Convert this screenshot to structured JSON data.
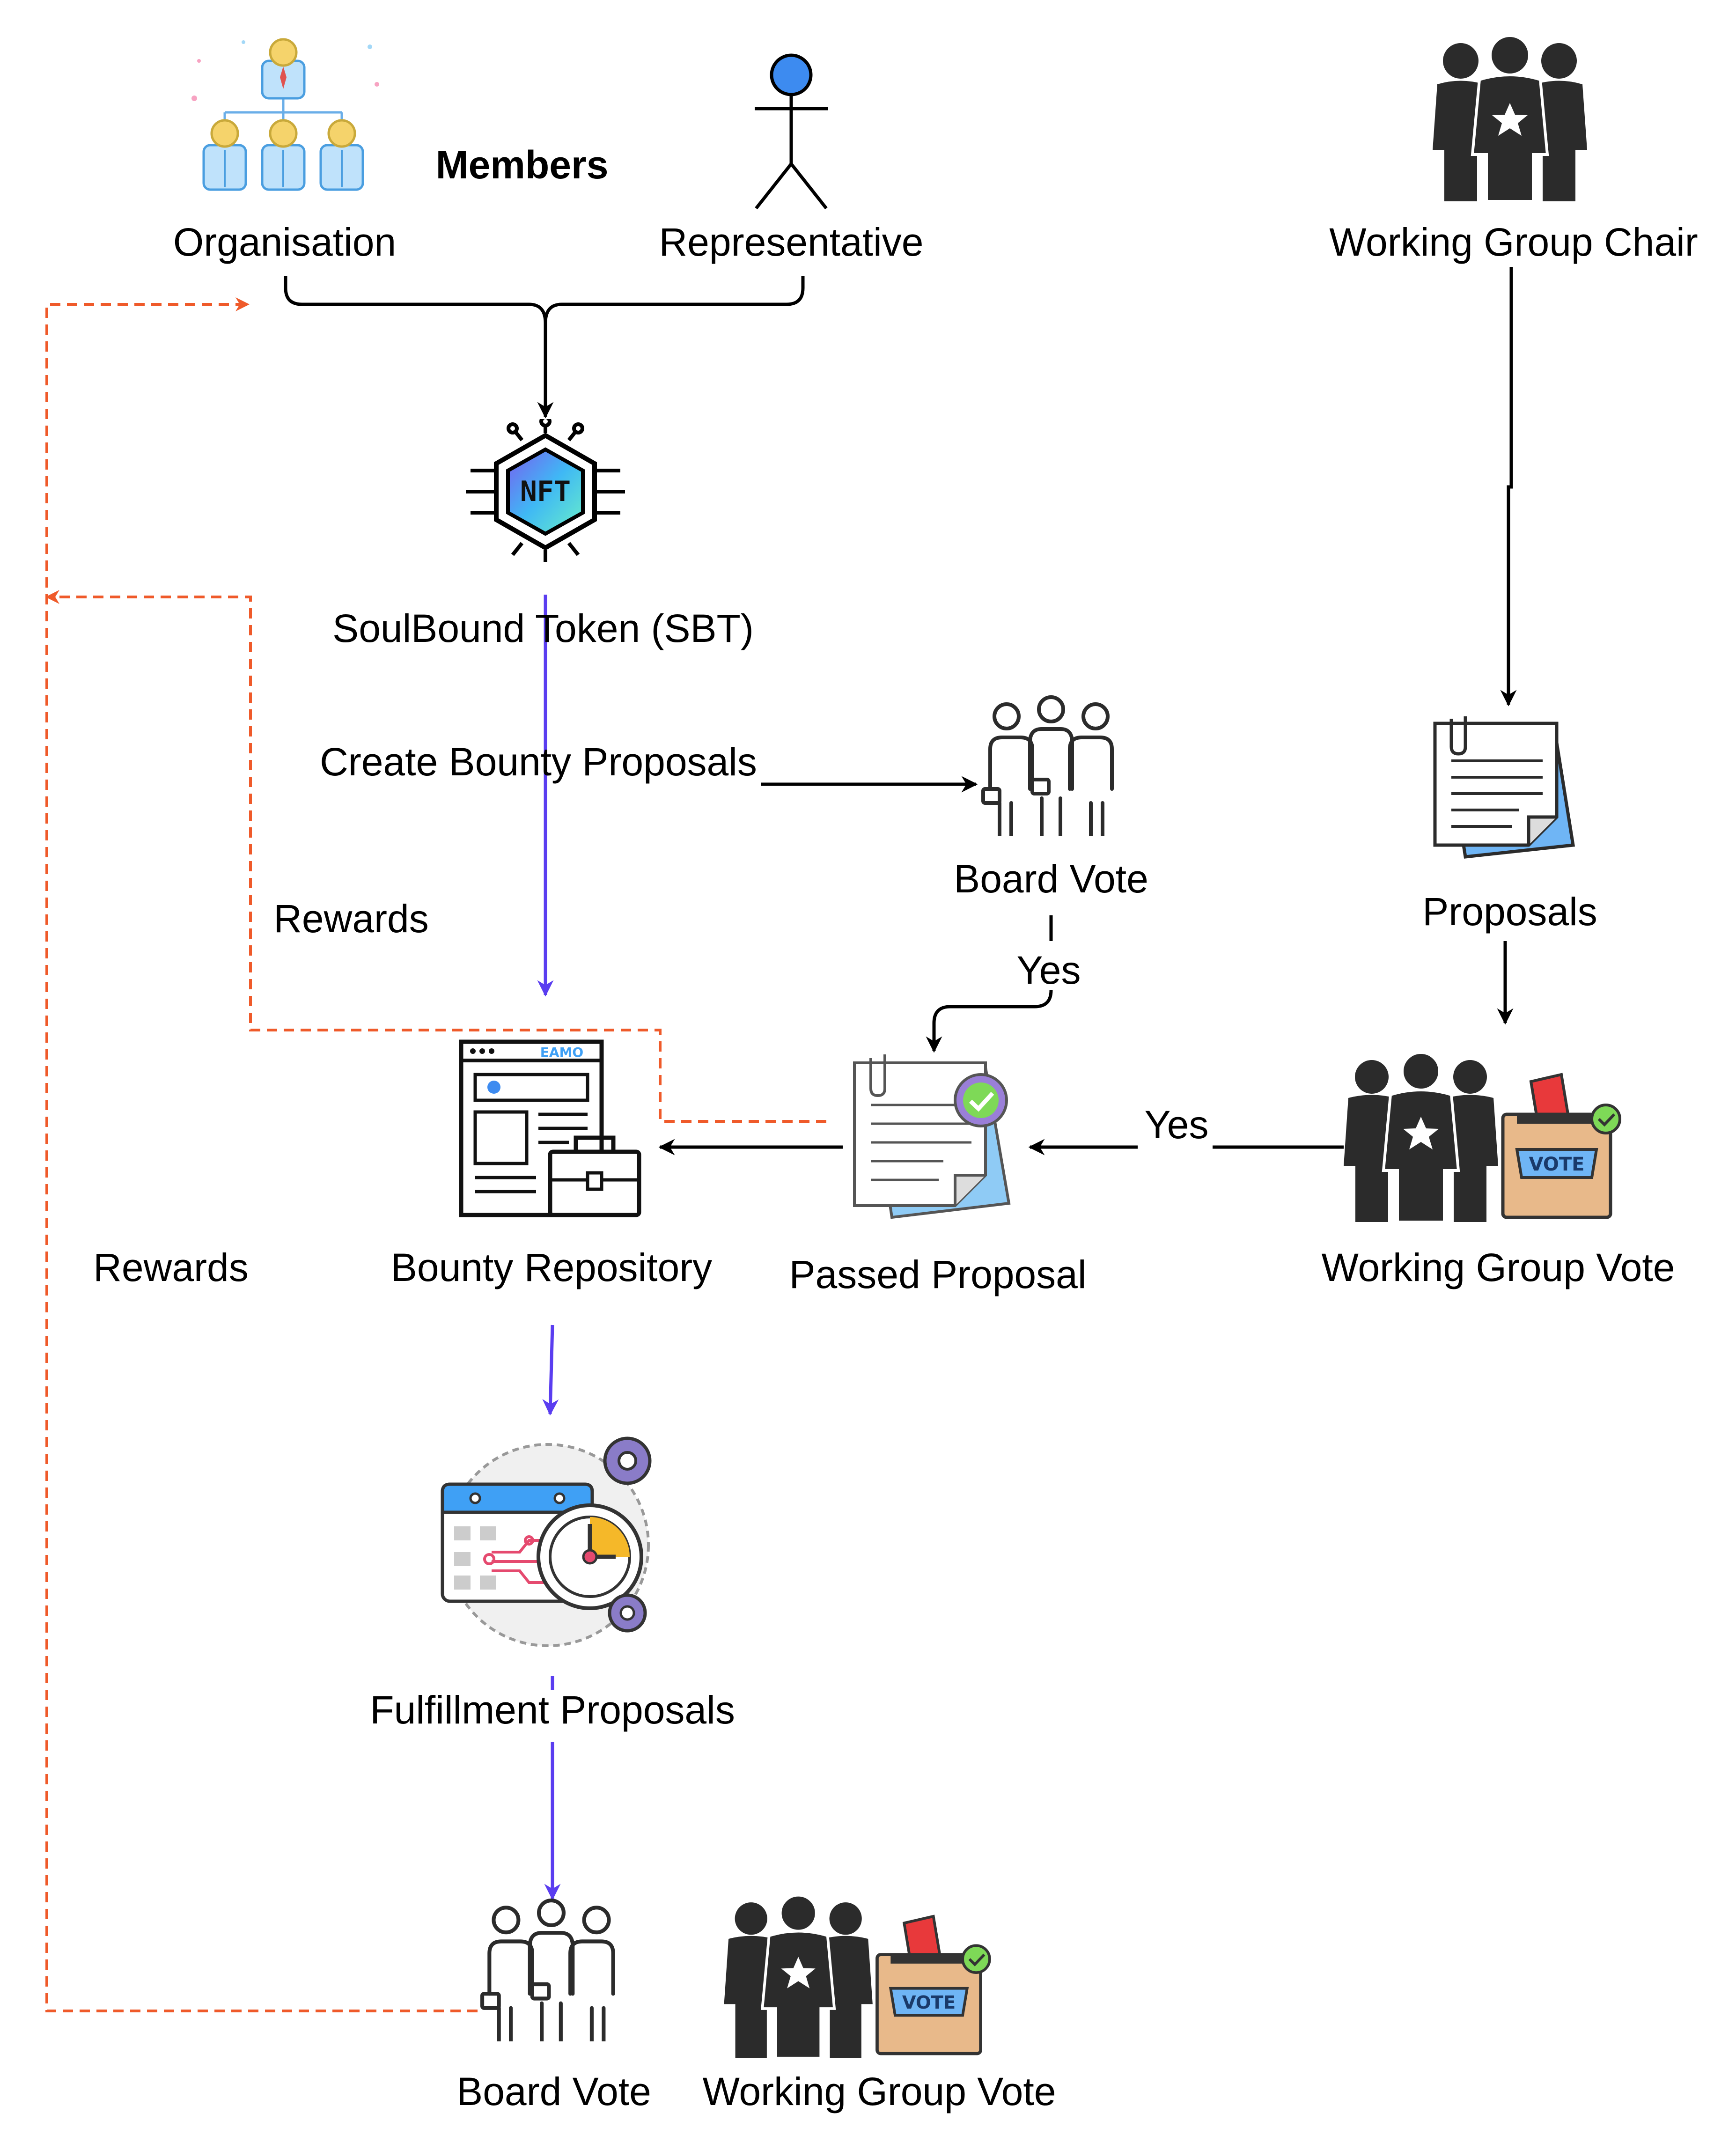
{
  "labels": {
    "members": "Members",
    "organisation": "Organisation",
    "representative": "Representative",
    "wg_chair": "Working Group Chair",
    "sbt": "SoulBound Token (SBT)",
    "create_bounty": "Create Bounty Proposals",
    "board_vote_top": "Board Vote",
    "yes_board": "Yes",
    "proposals": "Proposals",
    "rewards_upper": "Rewards",
    "bounty_repo": "Bounty Repository",
    "passed_proposal": "Passed Proposal",
    "yes_wg": "Yes",
    "wg_vote_right": "Working Group Vote",
    "rewards_lower": "Rewards",
    "fulfillment": "Fulfillment Proposals",
    "board_vote_bottom": "Board Vote",
    "wg_vote_bottom": "Working Group Vote"
  },
  "icon_text": {
    "nft": "NFT",
    "vote": "VOTE",
    "browser_tag": "EAMO"
  },
  "colors": {
    "black_flow": "#000000",
    "purple_flow": "#5a3df0",
    "reward_flow": "#ef5a2a",
    "person_blue": "#3d8bf0",
    "silhouette": "#2b2b2b"
  }
}
